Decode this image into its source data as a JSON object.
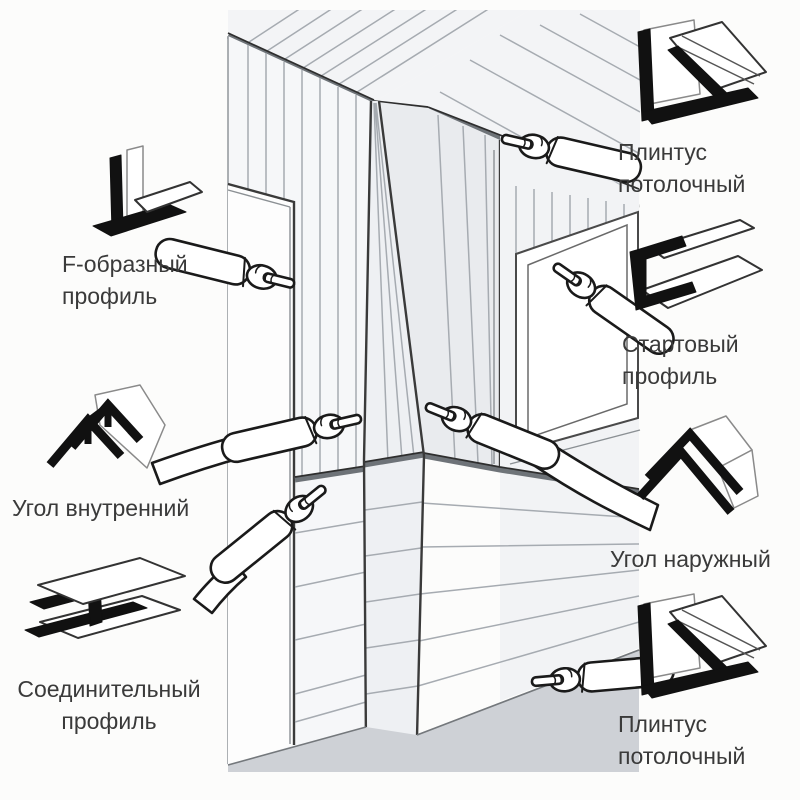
{
  "labels": {
    "f_profile": {
      "line1": "F-образный",
      "line2": "профиль"
    },
    "inner_corner": {
      "line1": "Угол внутренний",
      "line2": ""
    },
    "connector": {
      "line1": "Соединительный",
      "line2": "профиль"
    },
    "ceiling_plinth_top": {
      "line1": "Плинтус",
      "line2": "потолочный"
    },
    "start_profile": {
      "line1": "Стартовый",
      "line2": "профиль"
    },
    "outer_corner": {
      "line1": "Угол наружный",
      "line2": ""
    },
    "ceiling_plinth_bottom": {
      "line1": "Плинтус",
      "line2": "потолочный"
    }
  },
  "colors": {
    "text": "#3a3a3a",
    "profile_black": "#111111",
    "outline": "#1a1a1a",
    "panel_light": "#f4f5f7",
    "floor": "#ced1d6",
    "background": "#fcfcfb"
  }
}
